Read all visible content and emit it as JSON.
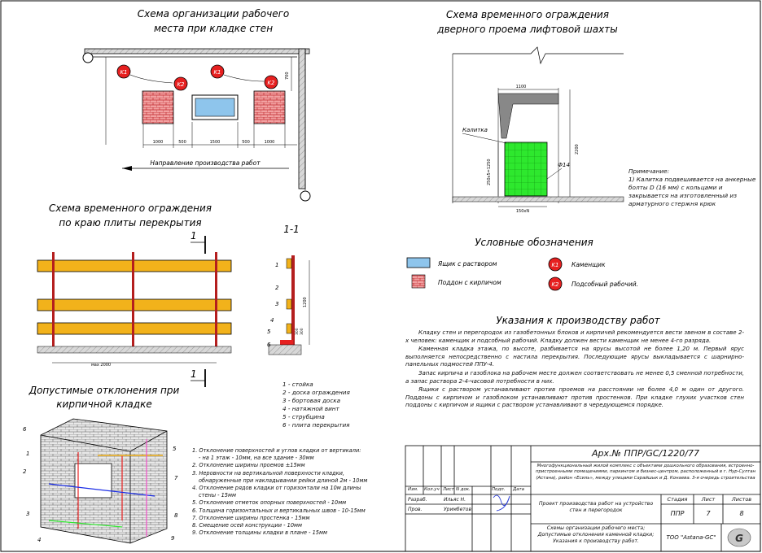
{
  "titles": {
    "workplace": [
      "Схема организации рабочего",
      "места при кладке стен"
    ],
    "shaft": [
      "Схема временного ограждения",
      "дверного проема лифтовой шахты"
    ],
    "slab_edge": [
      "Схема временного ограждения",
      "по краю плиты перекрытия"
    ],
    "section": "1-1",
    "deviations": [
      "Допустимые отклонения при",
      "кирпичной кладке"
    ],
    "legend": "Условные обозначения",
    "instructions": "Указания к производству работ"
  },
  "workplace": {
    "markers": [
      "K1",
      "K2",
      "K1",
      "K2"
    ],
    "dim_top": "700",
    "dims": [
      "1000",
      "500",
      "1500",
      "500",
      "1000"
    ],
    "direction": "Направление производства работ"
  },
  "shaft": {
    "gate_label": "Калитка",
    "dim_width": "1100",
    "dim_height": "2200",
    "dim_cell": "250x5=1250",
    "dim_bottom": "150xN",
    "rod_label": "Ф14",
    "note_title": "Примечание:",
    "note_text": "1) Калитка подвешивается на анкерные болты D (16 мм) с кольцами и закрывается на изготовленный из арматурного стержня крюк"
  },
  "slab": {
    "cut_mark": "1",
    "dim_bottom": "мах 2000",
    "section_dims": [
      "1200",
      "300",
      "300"
    ],
    "section_numbers": [
      "1",
      "2",
      "3",
      "4",
      "5",
      "6"
    ],
    "legend_items": [
      "1 - стойка",
      "2 - доска ограждения",
      "3 - бортовая доска",
      "4 - натяжной винт",
      "5 - струбцина",
      "6 - плита перекрытия"
    ]
  },
  "deviation_numbers": [
    "1",
    "2",
    "3",
    "4",
    "5",
    "6",
    "7",
    "8",
    "9"
  ],
  "deviations": [
    "1. Отклонение поверхностей и углов кладки от вертикали:",
    "   - на 1 этаж - 10мм, на все здание - 30мм",
    "2. Отклонение ширины проемов ±15мм",
    "3. Неровности на вертикальной поверхности кладки,",
    "   обнаруженные при накладывании рейки длиной 2м - 10мм",
    "4. Отклонение рядов кладки от горизонтали на 10м длины",
    "   стены - 15мм",
    "5. Отклонение отметок опорных поверхностей - 10мм",
    "6. Толщина горизонтальных и вертикальных швов - 10-15мм",
    "7. Отклонение ширины простенка - 15мм",
    "8. Смещение осей конструкции - 10мм",
    "9. Отклонение толщины кладки в плане - 15мм"
  ],
  "legend": [
    {
      "label": "Ящик с раствором"
    },
    {
      "label": "Поддон с кирпичом"
    },
    {
      "marker": "K1",
      "label": "Каменщик"
    },
    {
      "marker": "K2",
      "label": "Подсобный рабочий."
    }
  ],
  "instructions": [
    "Кладку стен и перегородок из газобетонных блоков и кирпичей рекомендуется вести звеном в составе 2-х человек: каменщик и подсобный рабочий. Кладку должен вести каменщик не менее 4-го разряда.",
    "Каменная кладка этажа, по высоте, разбивается на ярусы высотой не более 1,20 м. Первый ярус выполняется непосредственно с настила перекрытия. Последующие ярусы выкладывается с шарнирно-панельных подмостей ППУ-4.",
    "Запас кирпича и газоблока на рабочем месте должен соответствовать не менее 0,5 сменной потребности, а запас раствора 2-4-часовой потребности в них.",
    "Ящики с раствором устанавливают против проемов на расстоянии не более 4,0 м один от другого. Поддоны с кирпичом и газоблоком устанавливают против простенков. При кладке глухих участков стен поддоны с кирпичом и ящики с раствором устанавливают в чередующемся порядке."
  ],
  "stamp": {
    "code": "Арх.№ ППР/GC/1220/77",
    "project": "Многофункциональный жилой комплекс с объектами дошкольного образования, встроенно-пристроенными помещениями, паркингом и бизнес-центром, расположенный в г. Нур-Султан (Астана), район «Есиль», между улицами Сарайшык и Д. Конаева. 3-я очередь строительства",
    "headers": [
      "Изм.",
      "Кол.уч",
      "Лист",
      "N док.",
      "Подп.",
      "Дата"
    ],
    "roles": [
      {
        "role": "Разраб.",
        "name": "Ильяс Н."
      },
      {
        "role": "Пров.",
        "name": "Уримбетов"
      }
    ],
    "work_title": "Проект производства работ на устройство стен и перегородок",
    "stage_headers": [
      "Стадия",
      "Лист",
      "Листов"
    ],
    "stage_values": [
      "ППР",
      "7",
      "8"
    ],
    "sheet_title": "Схемы организации рабочего места; Допустимые отклонения каменной кладки; Указания к производству работ.",
    "company": "ТОО \"Astana-GC\""
  }
}
